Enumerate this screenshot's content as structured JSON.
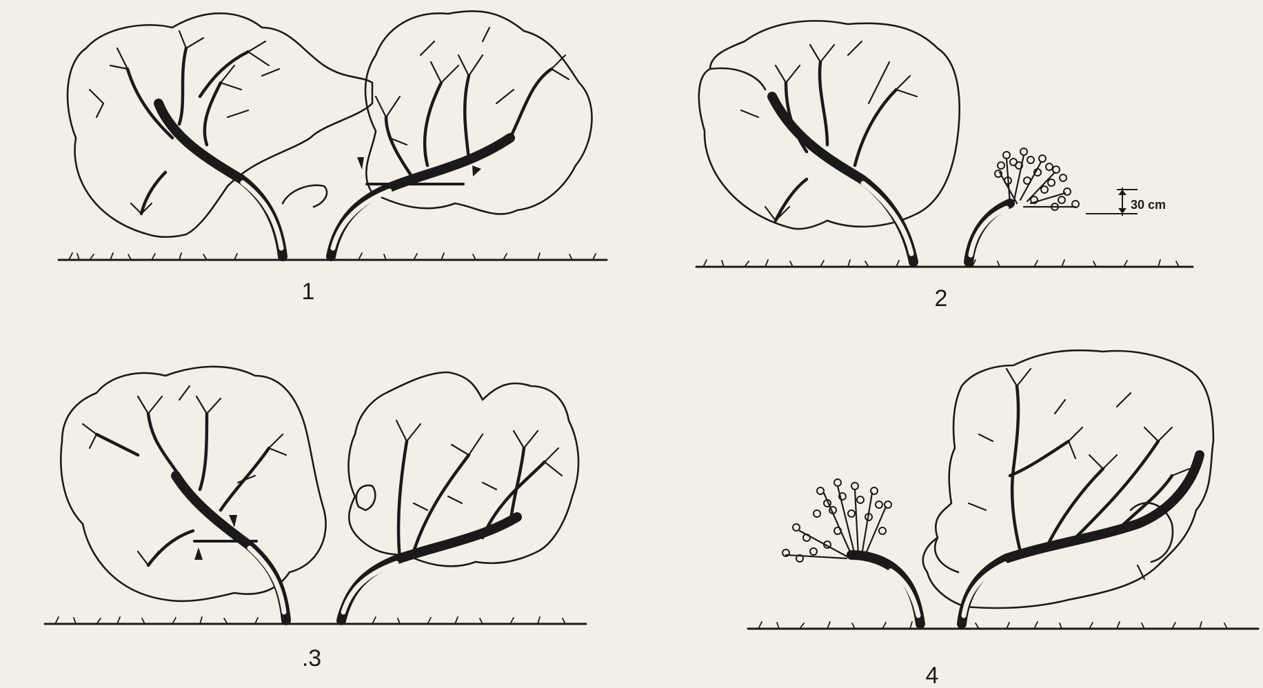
{
  "panels": [
    {
      "number": "1"
    },
    {
      "number": "2",
      "scale_label": "30 cm"
    },
    {
      "number": ".3"
    },
    {
      "number": "4"
    }
  ],
  "colors": {
    "ink": "#1a1a1a",
    "paper": "#f4efe6"
  }
}
